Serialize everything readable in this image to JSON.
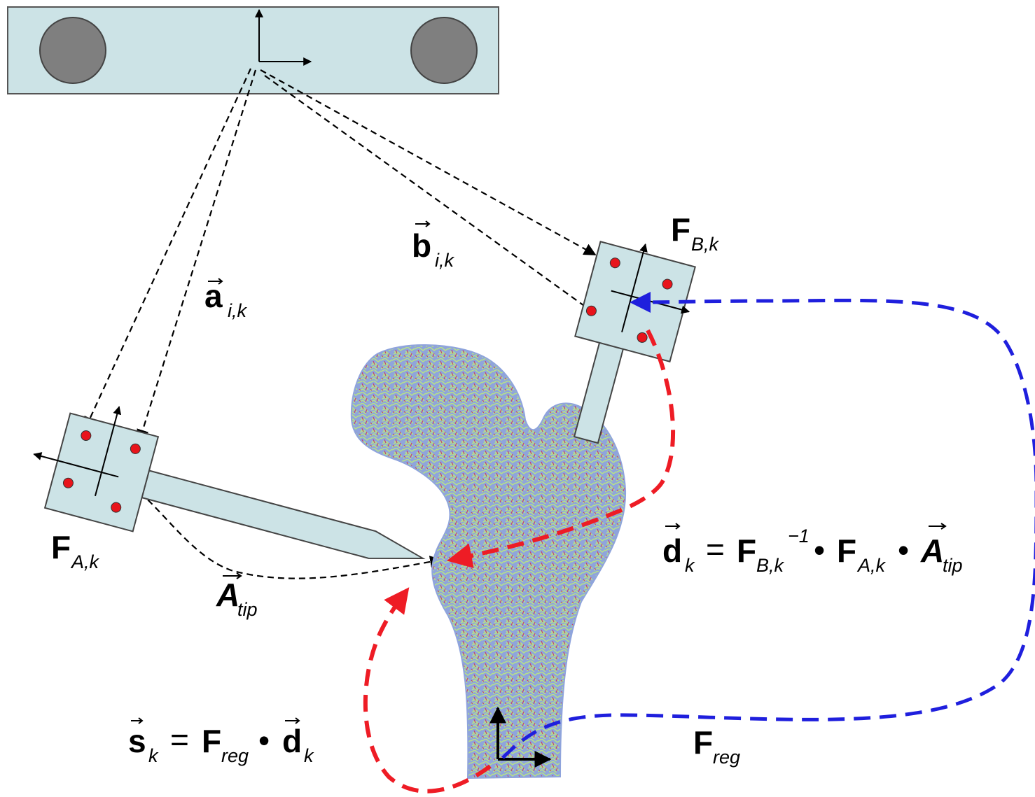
{
  "diagram": {
    "labels": {
      "b_vec": {
        "main": "b",
        "sub": "i,k"
      },
      "a_vec": {
        "main": "a",
        "sub": "i,k"
      },
      "F_B": {
        "main": "F",
        "sub": "B,k"
      },
      "F_A": {
        "main": "F",
        "sub": "A,k"
      },
      "A_tip": {
        "main": "A",
        "sub": "tip"
      },
      "F_reg": {
        "main": "F",
        "sub": "reg"
      }
    },
    "equation_d": {
      "lhs": "d",
      "lhs_sub": "k",
      "eq": "=",
      "t1": "F",
      "t1_sub": "B,k",
      "t1_sup": "−1",
      "dot1": "•",
      "t2": "F",
      "t2_sub": "A,k",
      "dot2": "•",
      "t3": "A",
      "t3_sub": "tip"
    },
    "equation_s": {
      "lhs": "s",
      "lhs_sub": "k",
      "eq": "=",
      "t1": "F",
      "t1_sub": "reg",
      "dot": "•",
      "t2": "d",
      "t2_sub": "k"
    },
    "colors": {
      "marker_fill": "#cce3e6",
      "tracker_dot": "#7f7f7f",
      "fiducial": "#e8141b",
      "red_path": "#ee1c25",
      "blue_path": "#1f1fdd",
      "bone_blue": "#8fa4dc",
      "bone_green": "#b6e08a",
      "bone_red": "#c8406a"
    }
  }
}
